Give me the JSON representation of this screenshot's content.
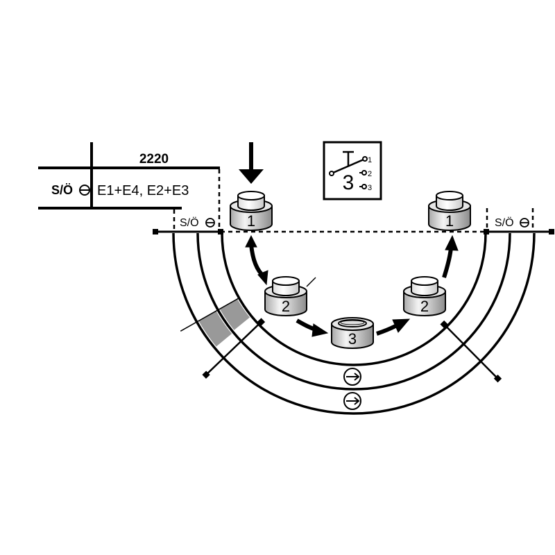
{
  "table": {
    "program_number": "2220",
    "row_label": "S/Ö",
    "row_value": "E1+E4, E2+E3"
  },
  "track_labels": {
    "left": "S/Ö",
    "right": "S/Ö"
  },
  "selector_box": {
    "main_number": "3",
    "positions": [
      "1",
      "2",
      "3"
    ]
  },
  "stations": [
    {
      "label": "1"
    },
    {
      "label": "2"
    },
    {
      "label": "3"
    },
    {
      "label": "2"
    },
    {
      "label": "1"
    }
  ],
  "colors": {
    "line": "#000000",
    "band": "#999999",
    "cylinder_light": "#f2f2f2",
    "cylinder_dark": "#9a9a9a"
  }
}
